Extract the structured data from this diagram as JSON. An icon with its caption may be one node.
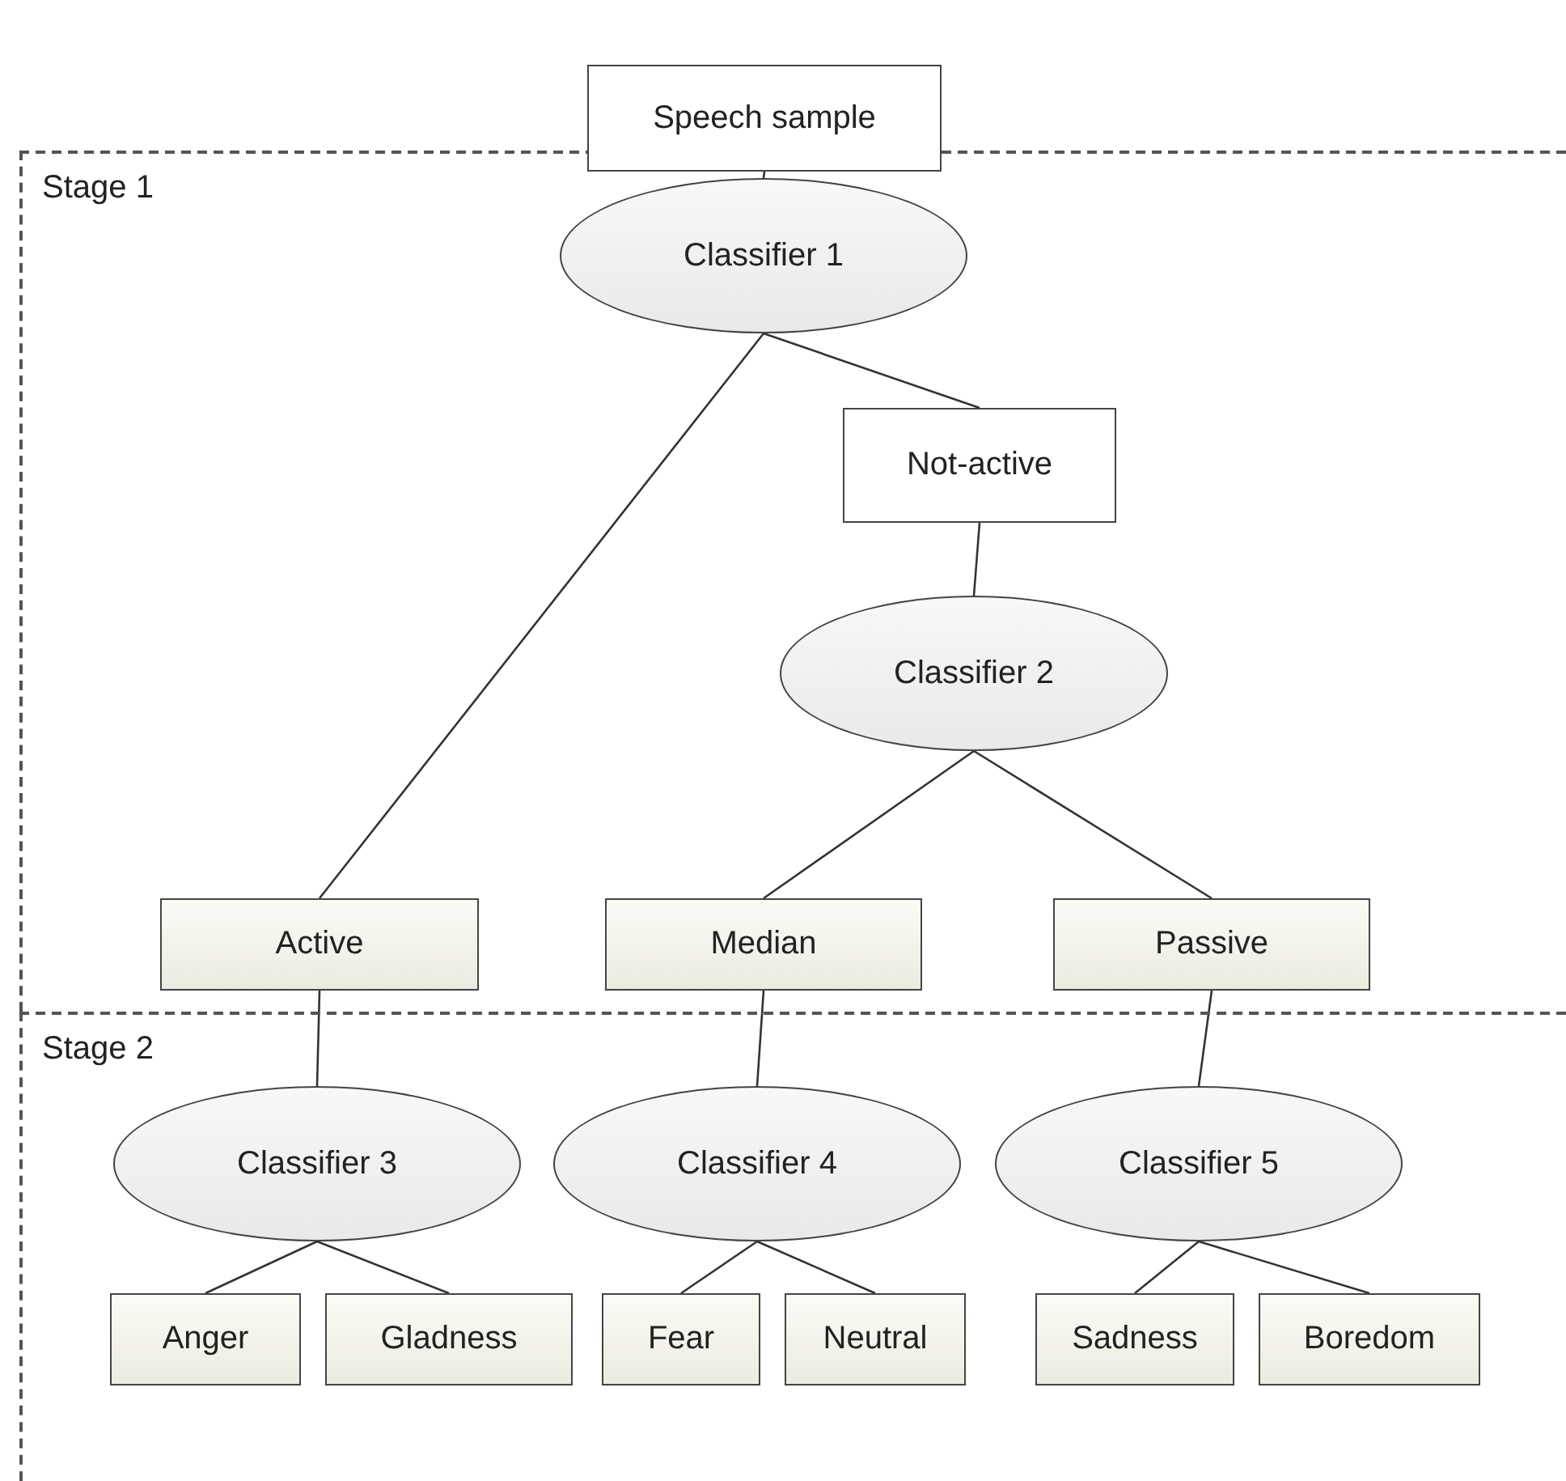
{
  "diagram": {
    "nodes": [
      {
        "text": [
          "Speech sample"
        ]
      },
      {
        "text": [
          "Stage 1"
        ]
      },
      {
        "text": [
          "Classifier 1"
        ],
        "in": 1
      },
      {
        "text": [
          "Not-active"
        ],
        "in": 1
      },
      {
        "text": [
          "Classifier 2"
        ],
        "in": 1
      },
      {
        "text": [
          "Active"
        ],
        "in": 1
      },
      {
        "text": [
          "Median"
        ],
        "in": 1
      },
      {
        "text": [
          "Passive"
        ],
        "in": 1
      },
      {
        "text": [
          "Stage 2"
        ]
      },
      {
        "text": [
          "Classifier 3"
        ],
        "in": 8
      },
      {
        "text": [
          "Classifier 4"
        ],
        "in": 8
      },
      {
        "text": [
          "Classifier 5"
        ],
        "in": 8
      },
      {
        "text": [
          "Anger"
        ],
        "in": 8
      },
      {
        "text": [
          "Gladness"
        ],
        "in": 8
      },
      {
        "text": [
          "Fear"
        ],
        "in": 8
      },
      {
        "text": [
          "Neutral"
        ],
        "in": 8
      },
      {
        "text": [
          "Sadness"
        ],
        "in": 8
      },
      {
        "text": [
          "Boredom"
        ],
        "in": 8
      }
    ],
    "edges": [
      {
        "from": 0,
        "to": 2,
        "arrow": "none"
      },
      {
        "from": 2,
        "to": 5,
        "arrow": "none"
      },
      {
        "from": 2,
        "to": 3,
        "arrow": "none"
      },
      {
        "from": 3,
        "to": 4,
        "arrow": "none"
      },
      {
        "from": 4,
        "to": 6,
        "arrow": "none"
      },
      {
        "from": 4,
        "to": 7,
        "arrow": "none"
      },
      {
        "from": 5,
        "to": 9,
        "arrow": "none"
      },
      {
        "from": 6,
        "to": 10,
        "arrow": "none"
      },
      {
        "from": 7,
        "to": 11,
        "arrow": "none"
      },
      {
        "from": 9,
        "to": 12,
        "arrow": "none"
      },
      {
        "from": 9,
        "to": 13,
        "arrow": "none"
      },
      {
        "from": 10,
        "to": 14,
        "arrow": "none"
      },
      {
        "from": 10,
        "to": 15,
        "arrow": "none"
      },
      {
        "from": 11,
        "to": 16,
        "arrow": "none"
      },
      {
        "from": 11,
        "to": 17,
        "arrow": "none"
      }
    ]
  }
}
